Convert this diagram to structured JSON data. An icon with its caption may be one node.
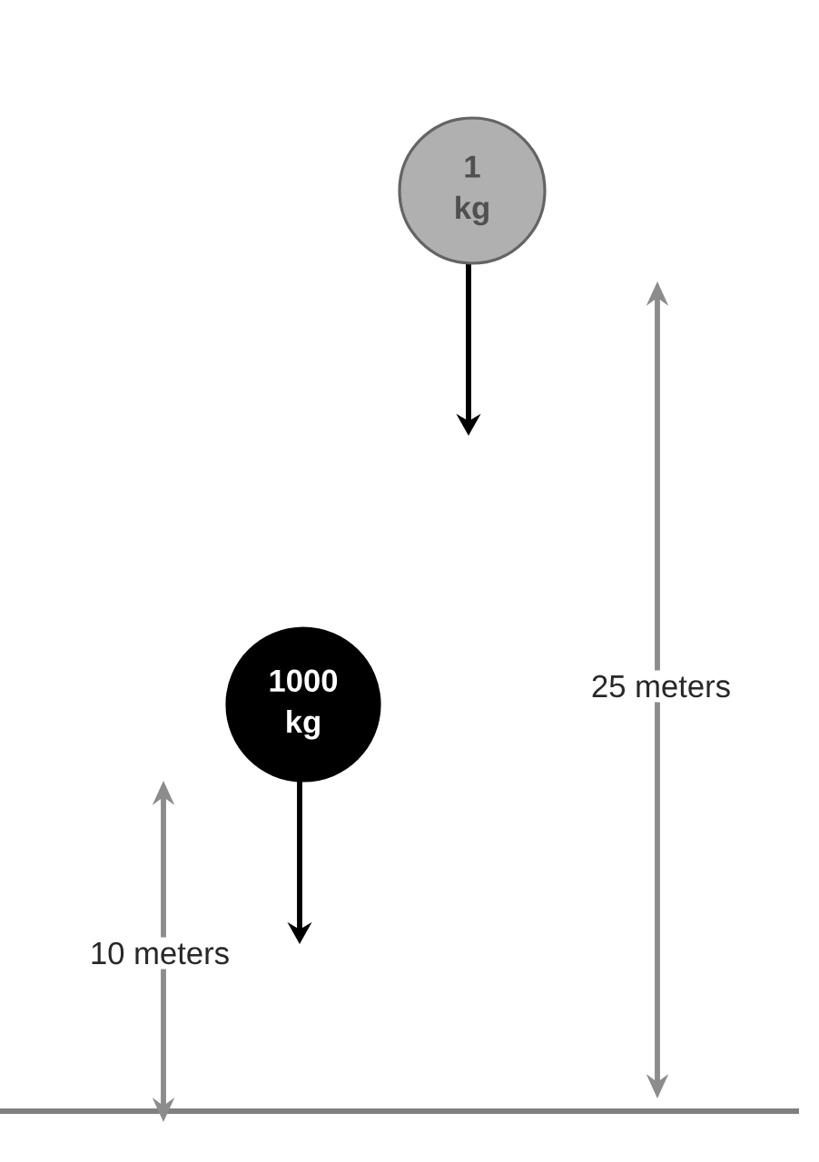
{
  "diagram": {
    "nodes": [
      {
        "text": [
          "1 kg"
        ]
      },
      {
        "text": [
          "1000 kg"
        ]
      }
    ],
    "labels": [
      "25 meters",
      "10 meters"
    ]
  }
}
